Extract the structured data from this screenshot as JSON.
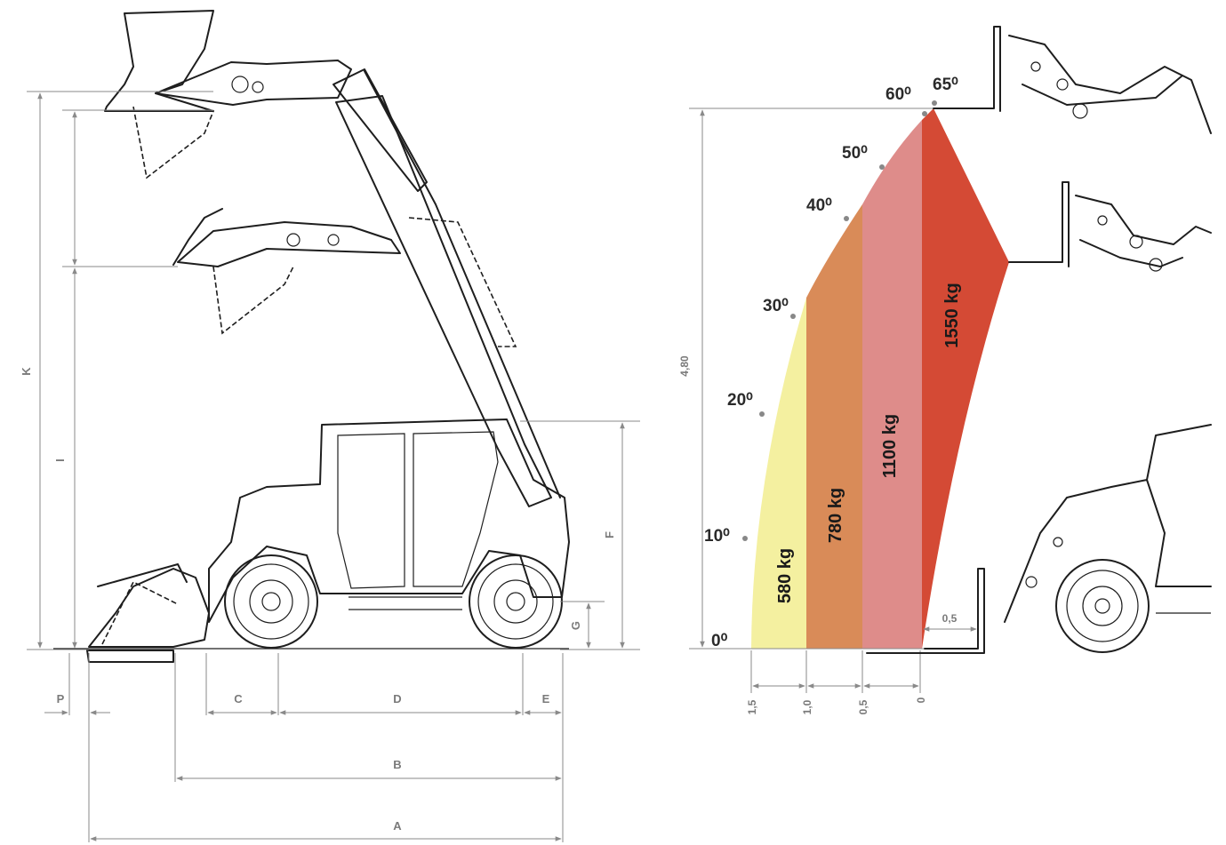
{
  "dimension_labels": {
    "A": "A",
    "B": "B",
    "C": "C",
    "D": "D",
    "E": "E",
    "F": "F",
    "G": "G",
    "I": "I",
    "K": "K",
    "P": "P"
  },
  "load_chart": {
    "height_label": "4,80",
    "outreach_label": "0,5",
    "angles": [
      "0⁰",
      "10⁰",
      "20⁰",
      "30⁰",
      "40⁰",
      "50⁰",
      "60⁰",
      "65⁰"
    ],
    "zones": [
      {
        "label": "580 kg",
        "color": "#f4f0a0"
      },
      {
        "label": "780 kg",
        "color": "#d98b58"
      },
      {
        "label": "1100 kg",
        "color": "#de8c8a"
      },
      {
        "label": "1550 kg",
        "color": "#d44a35"
      }
    ],
    "x_ticks": [
      "1,5",
      "1,0",
      "0,5",
      "0"
    ]
  },
  "colors": {
    "machine_line": "#1e1e1e",
    "dimension_line": "#8a8a8a"
  }
}
